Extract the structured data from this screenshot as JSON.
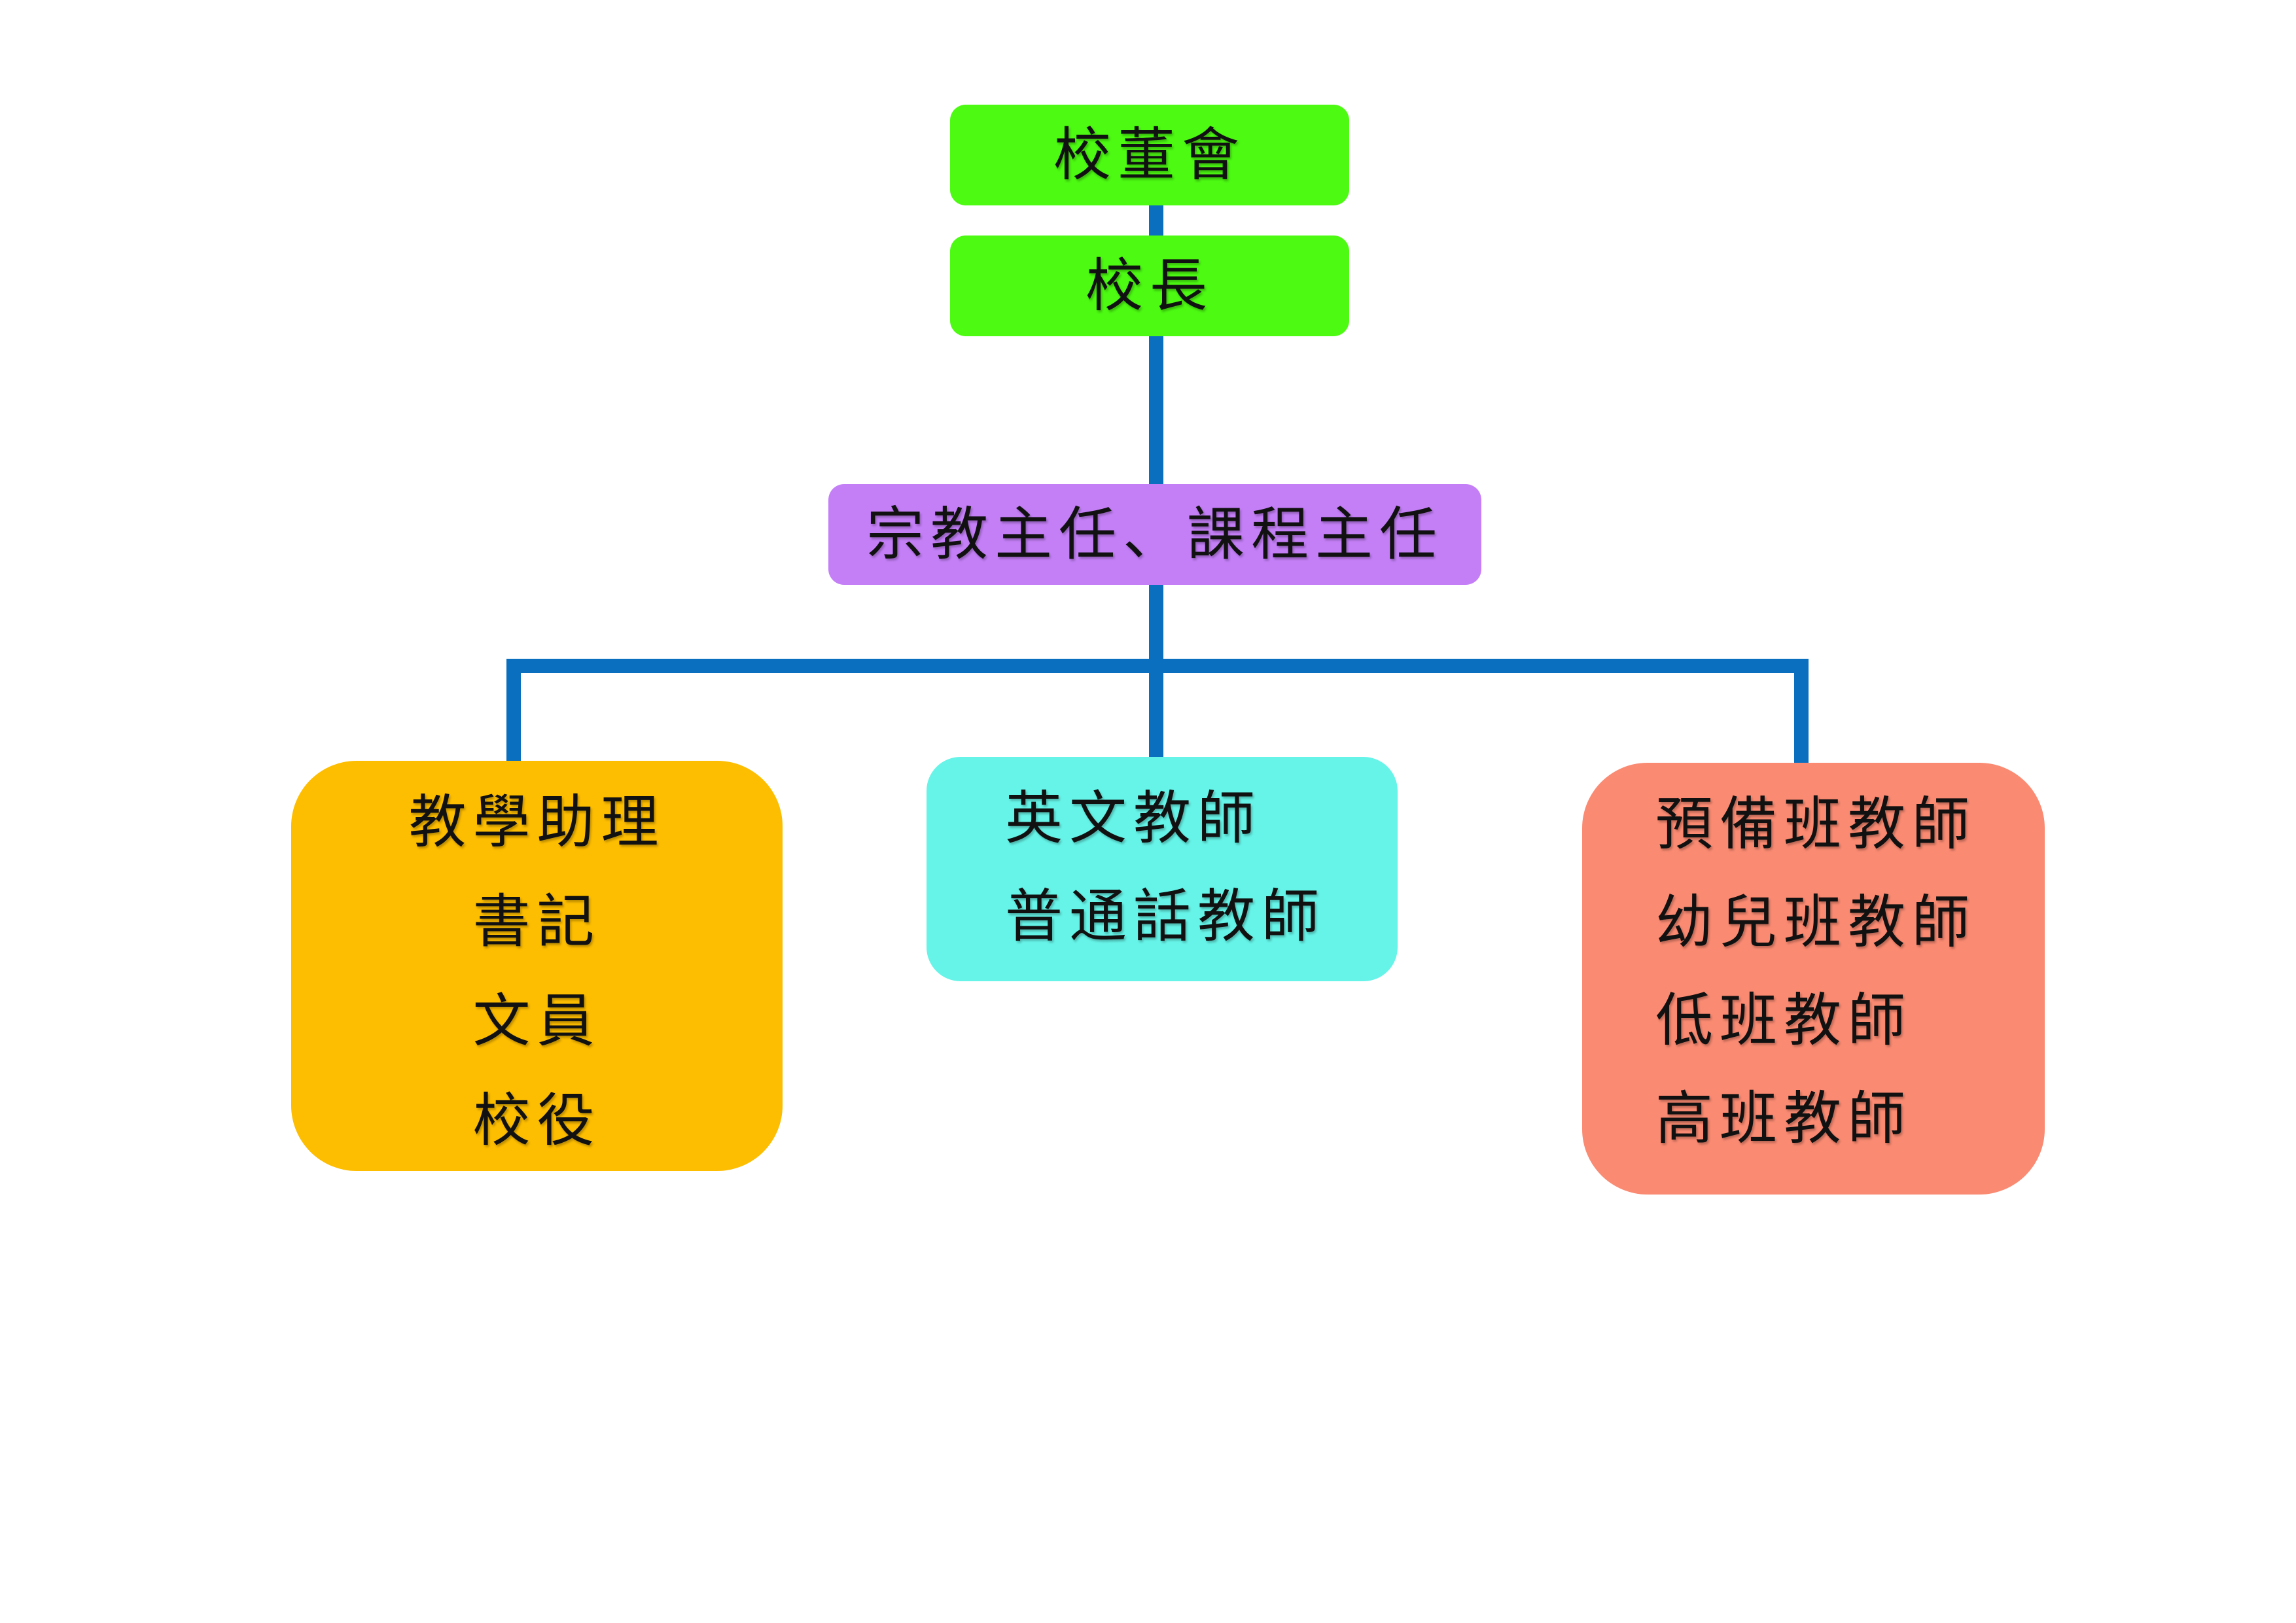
{
  "colors": {
    "connector": "#0a6fbf",
    "board": "#4cfa12",
    "principal": "#4cfa12",
    "directors": "#c47ff7",
    "admin": "#fdbd00",
    "language": "#66f4e8",
    "teachers": "#fa8a72"
  },
  "nodes": {
    "board": {
      "lines": [
        "校董會"
      ]
    },
    "principal": {
      "lines": [
        "校長"
      ]
    },
    "directors": {
      "lines": [
        "宗教主任、課程主任"
      ]
    },
    "admin": {
      "lines": [
        "教學助理",
        "書記",
        "文員",
        "校役"
      ]
    },
    "language": {
      "lines": [
        "英文教師",
        "普通話教師"
      ]
    },
    "teachers": {
      "lines": [
        "預備班教師",
        "幼兒班教師",
        "低班教師",
        "高班教師"
      ]
    }
  }
}
